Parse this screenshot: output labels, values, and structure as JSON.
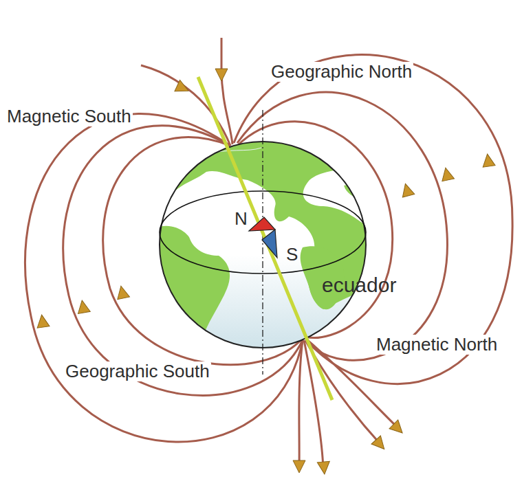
{
  "diagram": {
    "labels": [
      "Geographic North",
      "Magnetic South",
      "N",
      "S",
      "ecuador",
      "Magnetic North",
      "Geographic South"
    ]
  }
}
